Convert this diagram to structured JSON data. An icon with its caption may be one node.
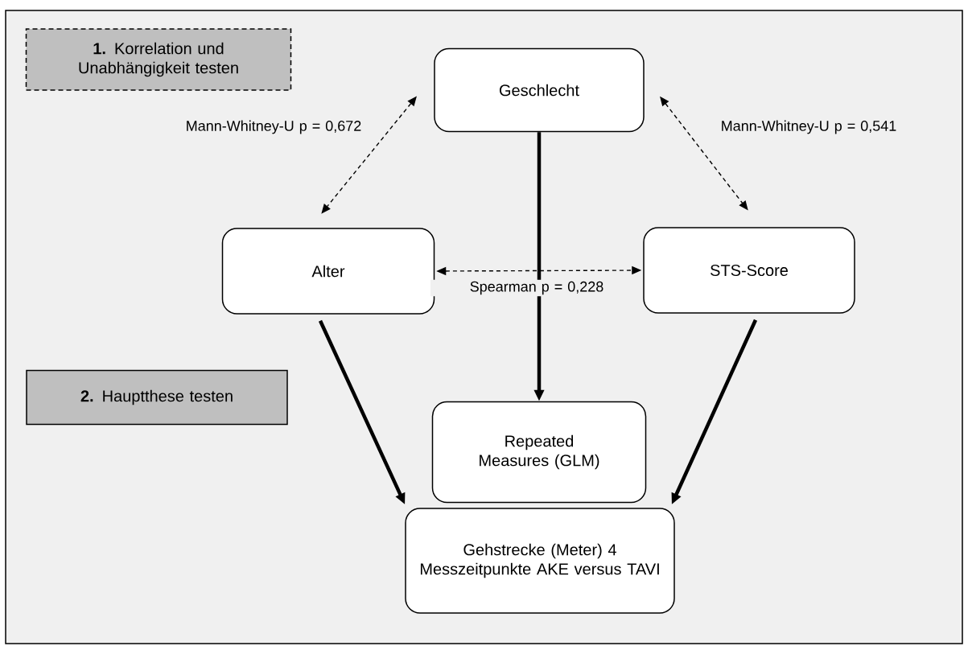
{
  "diagram": {
    "nodes": [
      {
        "text": [
          "**1.** Korrelation und Unabhängigkeit testen"
        ]
      },
      {
        "text": [
          "Geschlecht"
        ]
      },
      {
        "text": [
          "Alter"
        ]
      },
      {
        "text": [
          "STS-Score"
        ]
      },
      {
        "text": [
          "**2.** Hauptthese testen"
        ]
      },
      {
        "text": [
          "Repeated Measures (GLM)"
        ]
      },
      {
        "text": [
          "Gehstrecke (Meter) 4 Messzeitpunkte AKE versus TAVI"
        ]
      }
    ],
    "edges": [
      {
        "from": 1,
        "to": 2,
        "arrow": "both",
        "style": "dashed",
        "label": "Mann-Whitney-U p = 0,672"
      },
      {
        "from": 1,
        "to": 3,
        "arrow": "both",
        "style": "dashed",
        "label": "Mann-Whitney-U p = 0,541"
      },
      {
        "from": 2,
        "to": 3,
        "arrow": "both",
        "style": "dashed",
        "label": "Spearman p = 0,228"
      },
      {
        "from": 1,
        "to": 5,
        "arrow": "to",
        "style": "thick"
      },
      {
        "from": 2,
        "to": 6,
        "arrow": "to",
        "style": "thick"
      },
      {
        "from": 3,
        "to": 6,
        "arrow": "to",
        "style": "thick"
      }
    ]
  }
}
